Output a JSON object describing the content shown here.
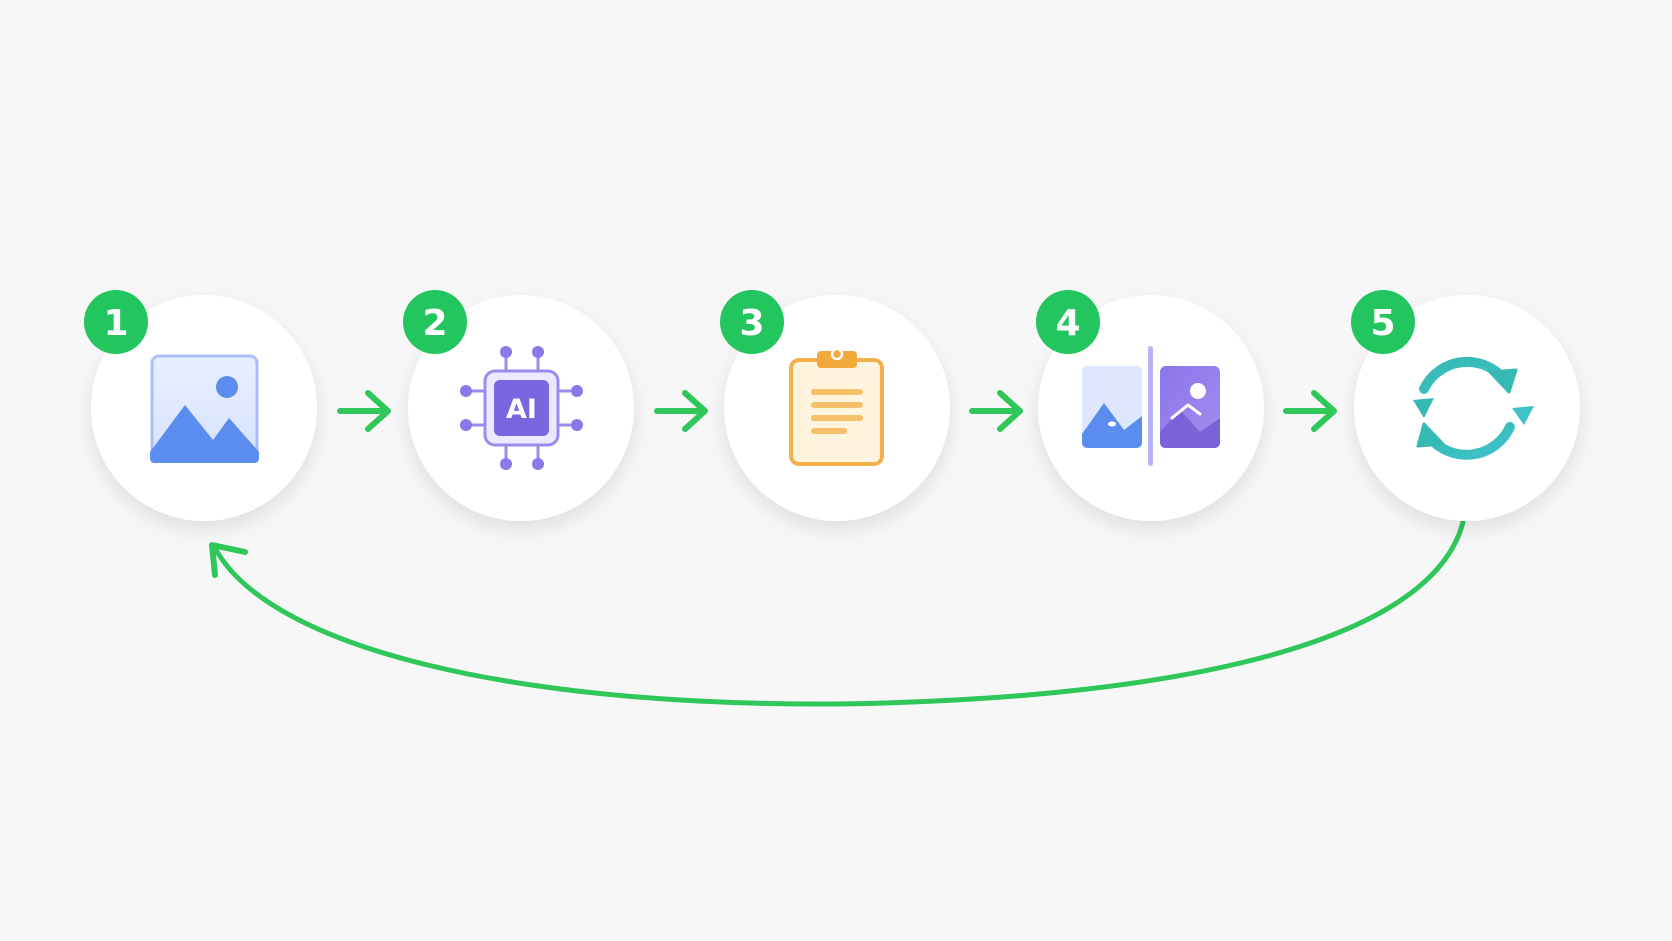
{
  "diagram": {
    "type": "circular-process",
    "steps": [
      {
        "number": "1",
        "icon": "image-icon"
      },
      {
        "number": "2",
        "icon": "ai-chip-icon",
        "icon_text": "AI"
      },
      {
        "number": "3",
        "icon": "clipboard-icon"
      },
      {
        "number": "4",
        "icon": "image-comparison-icon"
      },
      {
        "number": "5",
        "icon": "refresh-cycle-icon"
      }
    ],
    "colors": {
      "background": "#f7f7f7",
      "node": "#ffffff",
      "badge": "#22c55e",
      "arrow": "#2fc65a",
      "image_blue": "#5b8def",
      "chip_purple": "#7a66e0",
      "clipboard_orange": "#f2b14c",
      "cycle_teal": "#2bb5b0"
    }
  }
}
